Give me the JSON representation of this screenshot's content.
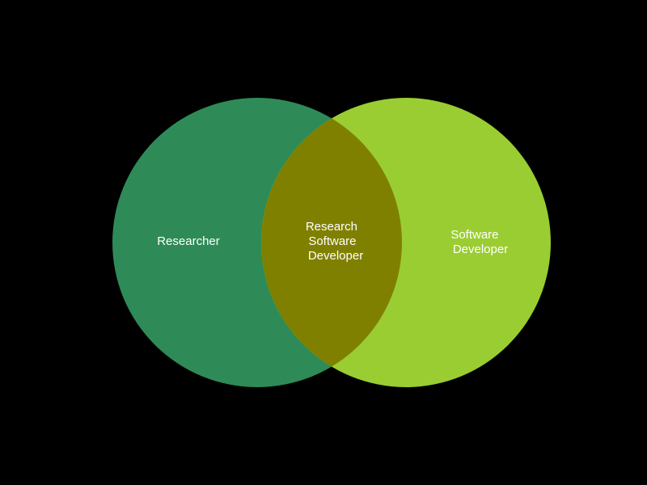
{
  "background_color": "#000000",
  "sets": [
    {
      "id": "left",
      "label_lines": [
        "Researcher"
      ],
      "color": "#2e8b57"
    },
    {
      "id": "right",
      "label_lines": [
        "Software",
        "Developer"
      ],
      "color": "#9acd32"
    }
  ],
  "intersection": {
    "label_lines": [
      "Research",
      "Software",
      "Developer"
    ],
    "color": "#808000"
  }
}
